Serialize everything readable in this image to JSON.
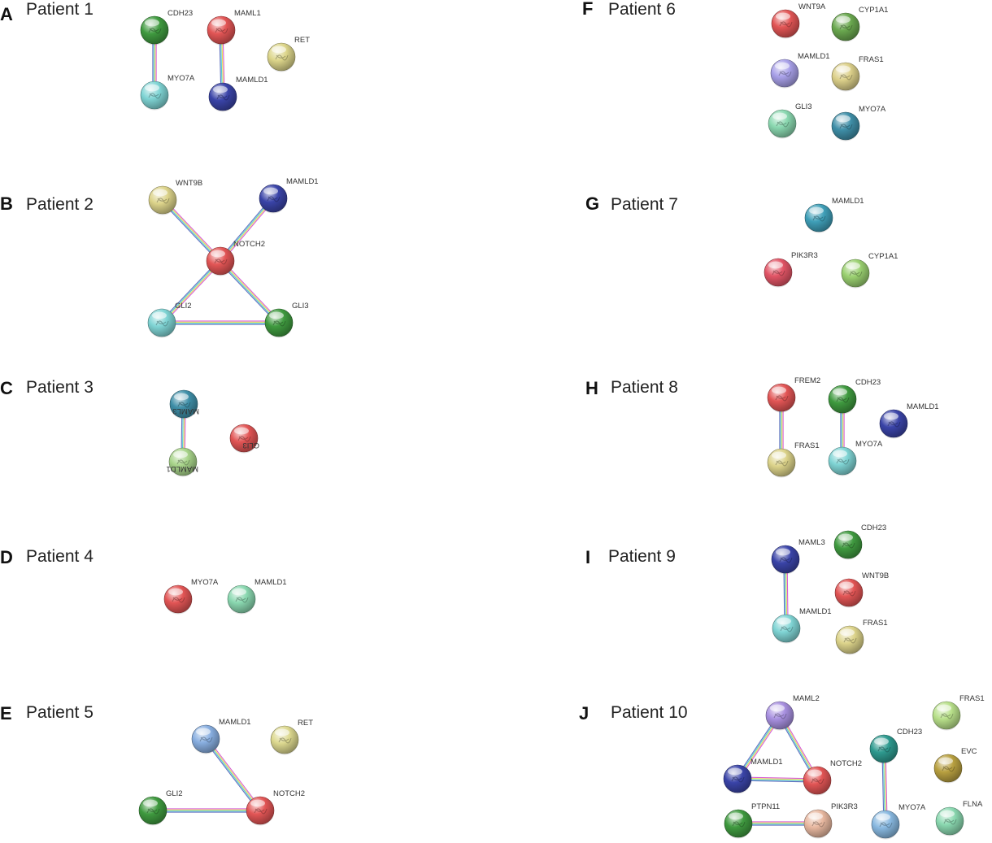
{
  "panels": [
    {
      "id": "A",
      "title": "Patient 1",
      "nodes": [
        {
          "name": "CDH23",
          "color": "#3f9a3f"
        },
        {
          "name": "MYO7A",
          "color": "#7fd4d4"
        },
        {
          "name": "MAML1",
          "color": "#e25555"
        },
        {
          "name": "MAMLD1",
          "color": "#3a44a8"
        },
        {
          "name": "RET",
          "color": "#dcd58a"
        }
      ],
      "edges": [
        [
          "CDH23",
          "MYO7A"
        ],
        [
          "MAML1",
          "MAMLD1"
        ]
      ]
    },
    {
      "id": "B",
      "title": "Patient 2",
      "nodes": [
        {
          "name": "WNT9B",
          "color": "#dcd38a"
        },
        {
          "name": "MAMLD1",
          "color": "#3a44a8"
        },
        {
          "name": "NOTCH2",
          "color": "#e25555"
        },
        {
          "name": "GLI2",
          "color": "#7fd4d4"
        },
        {
          "name": "GLI3",
          "color": "#3f9a3f"
        }
      ],
      "edges": [
        [
          "WNT9B",
          "NOTCH2"
        ],
        [
          "MAMLD1",
          "NOTCH2"
        ],
        [
          "NOTCH2",
          "GLI2"
        ],
        [
          "NOTCH2",
          "GLI3"
        ],
        [
          "GLI2",
          "GLI3"
        ]
      ]
    },
    {
      "id": "C",
      "title": "Patient 3",
      "nodes": [
        {
          "name": "MAML3",
          "color": "#3f8fa8"
        },
        {
          "name": "GLI3",
          "color": "#e25555"
        },
        {
          "name": "MAMLD1",
          "color": "#a8d48a"
        }
      ],
      "edges": [
        [
          "MAML3",
          "MAMLD1"
        ]
      ]
    },
    {
      "id": "D",
      "title": "Patient 4",
      "nodes": [
        {
          "name": "MYO7A",
          "color": "#e25555"
        },
        {
          "name": "MAMLD1",
          "color": "#8ad8b0"
        }
      ],
      "edges": []
    },
    {
      "id": "E",
      "title": "Patient 5",
      "nodes": [
        {
          "name": "MAMLD1",
          "color": "#88aee0"
        },
        {
          "name": "RET",
          "color": "#dcd88f"
        },
        {
          "name": "GLI2",
          "color": "#3f9a3f"
        },
        {
          "name": "NOTCH2",
          "color": "#e25555"
        }
      ],
      "edges": [
        [
          "MAMLD1",
          "NOTCH2"
        ],
        [
          "GLI2",
          "NOTCH2"
        ]
      ]
    },
    {
      "id": "F",
      "title": "Patient 6",
      "nodes": [
        {
          "name": "WNT9A",
          "color": "#e25555"
        },
        {
          "name": "CYP1A1",
          "color": "#6aa84f"
        },
        {
          "name": "MAMLD1",
          "color": "#a8a0e8"
        },
        {
          "name": "FRAS1",
          "color": "#dcd08a"
        },
        {
          "name": "GLI3",
          "color": "#8ad8b0"
        },
        {
          "name": "MYO7A",
          "color": "#3f8fa8"
        }
      ],
      "edges": []
    },
    {
      "id": "G",
      "title": "Patient 7",
      "nodes": [
        {
          "name": "MAMLD1",
          "color": "#3f9fb8"
        },
        {
          "name": "PIK3R3",
          "color": "#e25566"
        },
        {
          "name": "CYP1A1",
          "color": "#9ad070"
        }
      ],
      "edges": []
    },
    {
      "id": "H",
      "title": "Patient 8",
      "nodes": [
        {
          "name": "FREM2",
          "color": "#e25555"
        },
        {
          "name": "CDH23",
          "color": "#3f9a3f"
        },
        {
          "name": "MAMLD1",
          "color": "#3a44a8"
        },
        {
          "name": "FRAS1",
          "color": "#dcd38a"
        },
        {
          "name": "MYO7A",
          "color": "#7fd4d4"
        }
      ],
      "edges": [
        [
          "FREM2",
          "FRAS1"
        ],
        [
          "CDH23",
          "MYO7A"
        ]
      ]
    },
    {
      "id": "I",
      "title": "Patient 9",
      "nodes": [
        {
          "name": "MAML3",
          "color": "#3a44a8"
        },
        {
          "name": "CDH23",
          "color": "#3f9a3f"
        },
        {
          "name": "WNT9B",
          "color": "#e25555"
        },
        {
          "name": "MAMLD1",
          "color": "#7fd4d4"
        },
        {
          "name": "FRAS1",
          "color": "#dcd38a"
        }
      ],
      "edges": [
        [
          "MAML3",
          "MAMLD1"
        ]
      ]
    },
    {
      "id": "J",
      "title": "Patient 10",
      "nodes": [
        {
          "name": "MAML2",
          "color": "#a890e0"
        },
        {
          "name": "MAMLD1",
          "color": "#3a44a8"
        },
        {
          "name": "NOTCH2",
          "color": "#e25555"
        },
        {
          "name": "CDH23",
          "color": "#2e9a8f"
        },
        {
          "name": "MYO7A",
          "color": "#88b8e0"
        },
        {
          "name": "FRAS1",
          "color": "#b8e08a"
        },
        {
          "name": "EVC",
          "color": "#b8a040"
        },
        {
          "name": "FLNA",
          "color": "#8ad8b0"
        },
        {
          "name": "PTPN11",
          "color": "#3f9a3f"
        },
        {
          "name": "PIK3R3",
          "color": "#e8b8a0"
        }
      ],
      "edges": [
        [
          "MAML2",
          "MAMLD1"
        ],
        [
          "MAML2",
          "NOTCH2"
        ],
        [
          "MAMLD1",
          "NOTCH2"
        ],
        [
          "CDH23",
          "MYO7A"
        ],
        [
          "PTPN11",
          "PIK3R3"
        ]
      ]
    }
  ]
}
